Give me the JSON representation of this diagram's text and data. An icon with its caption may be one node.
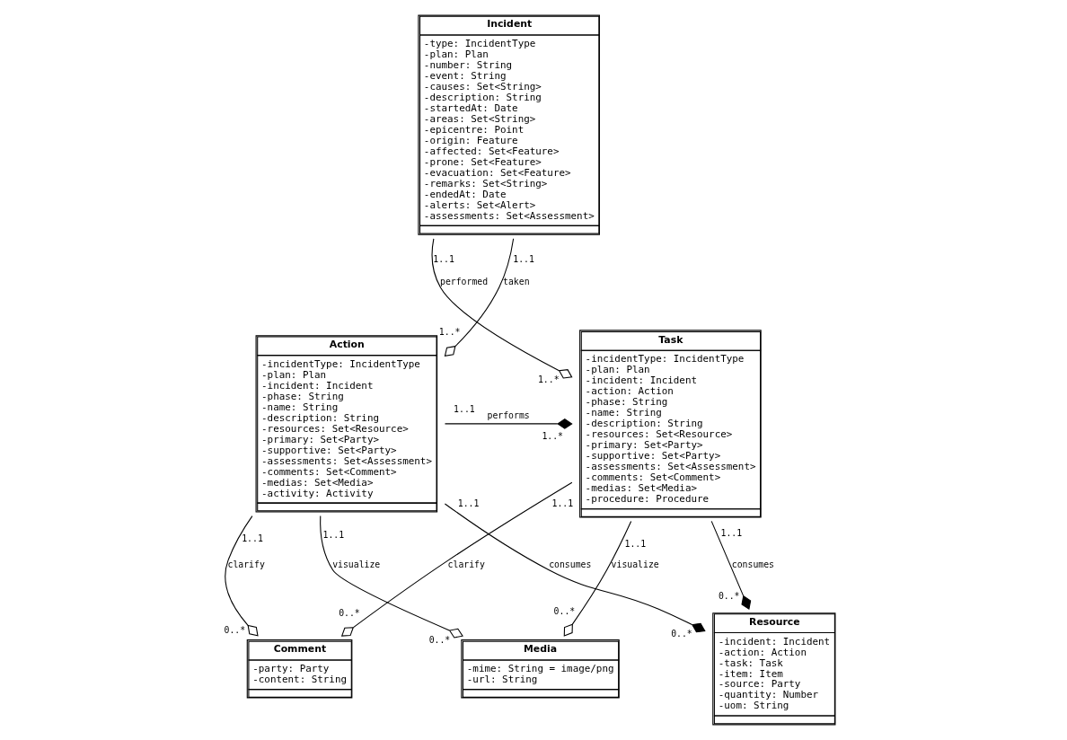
{
  "diagram": {
    "nodes": [
      {
        "text": [
          "Incident",
          "-type: IncidentType",
          "-plan: Plan",
          "-number: String",
          "-event: String",
          "-causes: Set<String>",
          "-description: String",
          "-startedAt: Date",
          "-areas: Set<String>",
          "-epicentre: Point",
          "-origin: Feature",
          "-affected: Set<Feature>",
          "-prone: Set<Feature>",
          "-evacuation: Set<Feature>",
          "-remarks: Set<String>",
          "-endedAt: Date",
          "-alerts: Set<Alert>",
          "-assessments: Set<Assessment>"
        ]
      },
      {
        "text": [
          "Task",
          "-incidentType: IncidentType",
          "-plan: Plan",
          "-incident: Incident",
          "-action: Action",
          "-phase: String",
          "-name: String",
          "-description: String",
          "-resources: Set<Resource>",
          "-primary: Set<Party>",
          "-supportive: Set<Party>",
          "-assessments: Set<Assessment>",
          "-comments: Set<Comment>",
          "-medias: Set<Media>",
          "-procedure: Procedure"
        ]
      },
      {
        "text": [
          "Action",
          "-incidentType: IncidentType",
          "-plan: Plan",
          "-incident: Incident",
          "-phase: String",
          "-name: String",
          "-description: String",
          "-resources: Set<Resource>",
          "-primary: Set<Party>",
          "-supportive: Set<Party>",
          "-assessments: Set<Assessment>",
          "-comments: Set<Comment>",
          "-medias: Set<Media>",
          "-activity: Activity"
        ]
      },
      {
        "text": [
          "Comment",
          "-party: Party",
          "-content: String"
        ]
      },
      {
        "text": [
          "Media",
          "-mime: String = image/png",
          "-url: String"
        ]
      },
      {
        "text": [
          "Resource",
          "-incident: Incident",
          "-action: Action",
          "-task: Task",
          "-item: Item",
          "-source: Party",
          "-quantity: Number",
          "-uom: String"
        ]
      }
    ],
    "edges": [
      {
        "from": 0,
        "to": 1,
        "arrow": "other",
        "label": "performed"
      },
      {
        "from": 0,
        "to": 2,
        "arrow": "other",
        "label": "taken"
      },
      {
        "from": 2,
        "to": 1,
        "arrow": "other",
        "label": "performs"
      },
      {
        "from": 1,
        "to": 3,
        "arrow": "other",
        "label": "clarify"
      },
      {
        "from": 2,
        "to": 3,
        "arrow": "other",
        "label": "clarify"
      },
      {
        "from": 1,
        "to": 4,
        "arrow": "other",
        "label": "visualize"
      },
      {
        "from": 2,
        "to": 4,
        "arrow": "other",
        "label": "visualize"
      },
      {
        "from": 1,
        "to": 5,
        "arrow": "other",
        "label": "consumes"
      },
      {
        "from": 2,
        "to": 5,
        "arrow": "other",
        "label": "consumes"
      }
    ],
    "labels": [
      "1..1",
      "1..1",
      "1..*",
      "1..*",
      "1..*",
      "1..1",
      "1..1",
      "0..*",
      "0..*",
      "1..1",
      "1..1",
      "0..*",
      "0..*",
      "1..1",
      "1..1",
      "1..1",
      "0..*",
      "0..*"
    ]
  }
}
